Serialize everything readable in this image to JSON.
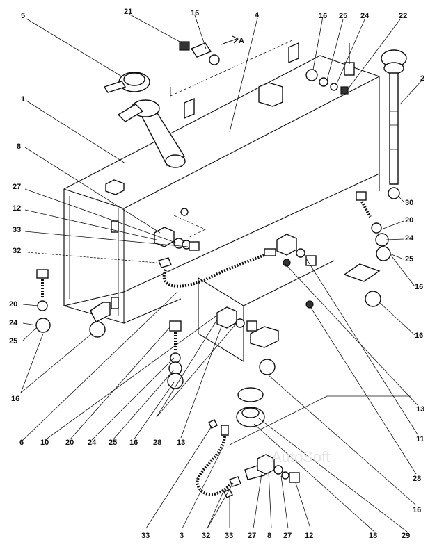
{
  "labels": {
    "l1": "1",
    "l2": "2",
    "l3": "3",
    "l4": "4",
    "l5": "5",
    "l6": "6",
    "l8": "8",
    "l8b": "8",
    "l10": "10",
    "l11": "11",
    "l12a": "12",
    "l12b": "12",
    "l13a": "13",
    "l13b": "13",
    "l16a": "16",
    "l16b": "16",
    "l16c": "16",
    "l16d": "16",
    "l16e": "16",
    "l16f": "16",
    "l16g": "16",
    "l18": "18",
    "l20a": "20",
    "l20b": "20",
    "l20c": "20",
    "l21": "21",
    "l22": "22",
    "l24a": "24",
    "l24b": "24",
    "l24c": "24",
    "l24d": "24",
    "l25a": "25",
    "l25b": "25",
    "l25c": "25",
    "l25d": "25",
    "l27a": "27",
    "l27b": "27",
    "l27c": "27",
    "l28a": "28",
    "l28b": "28",
    "l29": "29",
    "l30": "30",
    "l32a": "32",
    "l32b": "32",
    "l33a": "33",
    "l33b": "33",
    "l33c": "33",
    "arrowA": "A"
  },
  "watermark": "AutoSoft"
}
